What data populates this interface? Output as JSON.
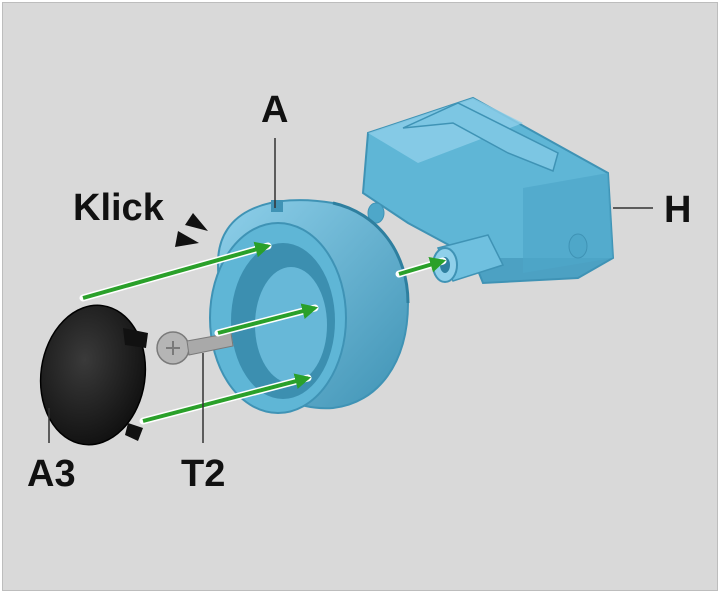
{
  "labels": {
    "a": "A",
    "h": "H",
    "klick": "Klick",
    "a3": "A3",
    "t2": "T2"
  },
  "colors": {
    "background": "#d9d9d9",
    "part_blue": "#5fb6d6",
    "part_blue_dark": "#3f93b5",
    "part_blue_light": "#8fd0ea",
    "arrow_green": "#2aa02a",
    "cap_black": "#1a1a1a",
    "screw_gray": "#a9a9a9"
  },
  "icons": [
    "click-indicator-icon",
    "arrow-right-icon"
  ]
}
